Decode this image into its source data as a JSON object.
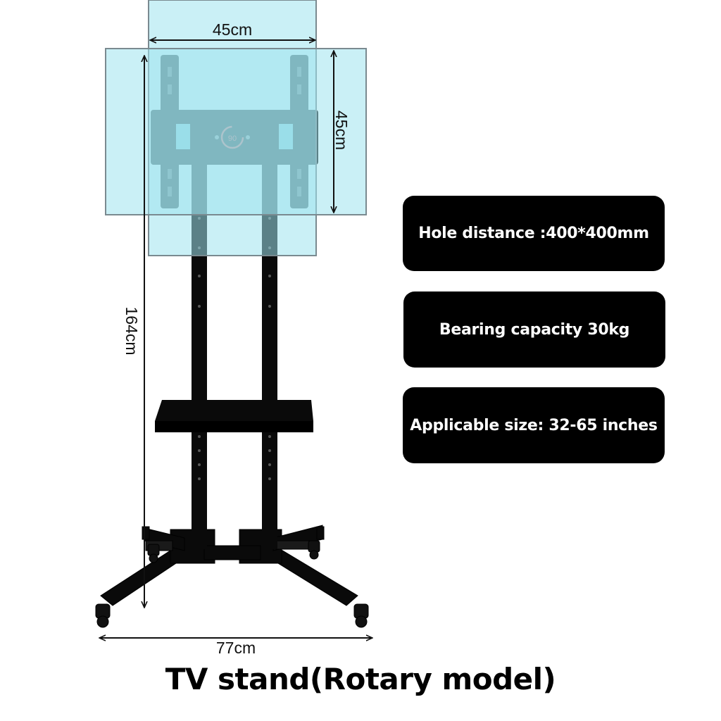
{
  "dimensions": {
    "top_width": "45cm",
    "side_height": "45cm",
    "total_height": "164cm",
    "base_width": "77cm",
    "rotation": "90"
  },
  "specs": [
    {
      "text": "Hole distance :400*400mm"
    },
    {
      "text": "Bearing capacity 30kg"
    },
    {
      "text": "Applicable size: 32-65 inches"
    }
  ],
  "title": "TV stand(Rotary model)",
  "colors": {
    "panel_fill": "#9EE3EF",
    "panel_border": "#7A8A90",
    "stand": "#0A0A0A",
    "rotation_arrow": "#E04848",
    "spec_box_bg": "#000000",
    "spec_box_text": "#FFFFFF"
  }
}
